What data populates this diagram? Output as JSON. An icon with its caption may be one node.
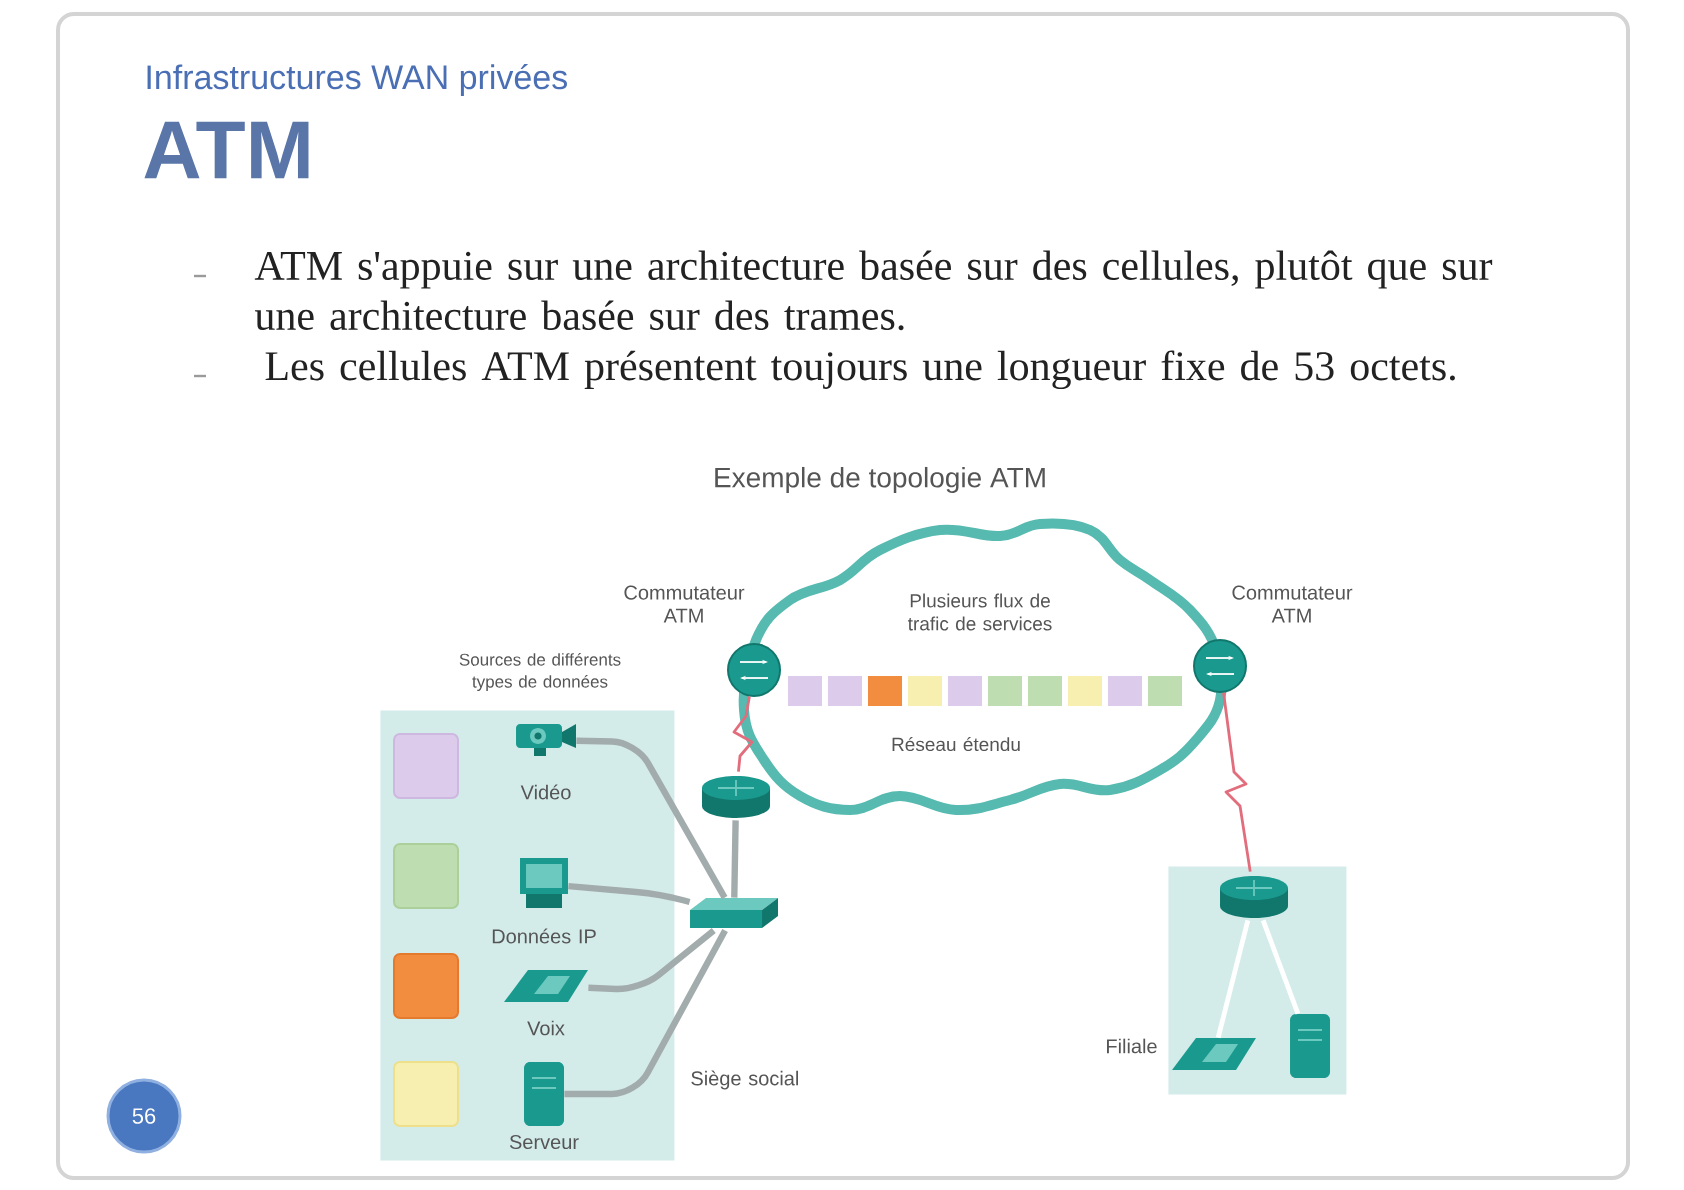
{
  "diagram": {
    "title": "ATM",
    "nodes": [
      {
        "text": [],
        "shape": "circle"
      },
      {
        "text": [],
        "shape": "circle"
      },
      {
        "text": [
          "Plusieurs flux de trafic de services",
          "Réseau étendu"
        ]
      },
      {
        "text": [
          "Sources de différents types de données"
        ],
        "beside": [
          "Siège social"
        ]
      },
      {
        "text": [],
        "shape": "picture",
        "in": 3,
        "beside": [
          "Vidéo"
        ]
      },
      {
        "text": [],
        "shape": "picture",
        "in": 3,
        "beside": [
          "Données IP"
        ]
      },
      {
        "text": [],
        "shape": "picture",
        "in": 3,
        "beside": [
          "Voix"
        ]
      },
      {
        "text": [],
        "shape": "picture",
        "in": 3,
        "beside": [
          "Serveur"
        ]
      },
      {
        "text": [],
        "shape": "picture"
      },
      {
        "text": [],
        "shape": "picture"
      },
      {
        "text": [],
        "shape": "box"
      },
      {
        "text": [],
        "shape": "picture",
        "in": 10
      },
      {
        "text": [],
        "shape": "picture",
        "in": 10
      },
      {
        "text": [],
        "shape": "picture",
        "in": 10
      }
    ],
    "edges": [
      {
        "from": 8,
        "to": 0,
        "arrow": "none",
        "color": "#e26d7c"
      },
      {
        "from": 1,
        "to": 11,
        "arrow": "none",
        "color": "#e26d7c"
      },
      {
        "from": 8,
        "to": 9,
        "arrow": "none"
      },
      {
        "from": 4,
        "to": 9,
        "arrow": "none"
      },
      {
        "from": 5,
        "to": 9,
        "arrow": "none"
      },
      {
        "from": 6,
        "to": 9,
        "arrow": "none"
      },
      {
        "from": 7,
        "to": 9,
        "arrow": "none"
      },
      {
        "from": 11,
        "to": 12,
        "arrow": "none",
        "color": "#ffffff"
      },
      {
        "from": 11,
        "to": 13,
        "arrow": "none",
        "color": "#ffffff"
      }
    ],
    "labels": [
      "Infrastructures WAN privées",
      "ATM s'appuie sur une architecture basée sur des cellules, plutôt que sur une architecture basée sur des trames.",
      "Les cellules ATM présentent toujours une longueur fixe de 53 octets.",
      "Exemple de topologie ATM",
      "Commutateur ATM",
      "Commutateur ATM",
      "Filiale",
      "56"
    ]
  }
}
